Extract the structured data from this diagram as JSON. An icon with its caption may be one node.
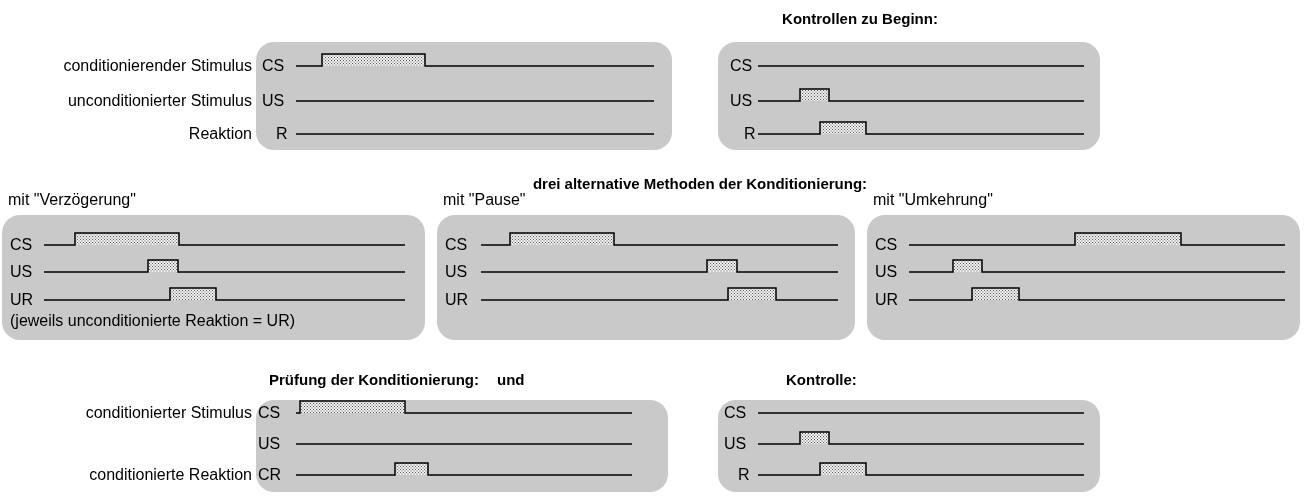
{
  "diagram": {
    "nodes": [
      {
        "text": [
          "CS",
          "US",
          "R"
        ],
        "beside": [
          "conditionierender Stimulus",
          "unconditionierter Stimulus",
          "Reaktion"
        ]
      },
      {
        "text": [
          "CS",
          "US",
          "R"
        ]
      },
      {
        "text": [
          "mit \"Verzögerung\"",
          "CS",
          "US",
          "UR",
          "(jeweils unconditionierte Reaktion = UR)"
        ]
      },
      {
        "text": [
          "mit \"Pause\"",
          "CS",
          "US",
          "UR"
        ]
      },
      {
        "text": [
          "mit \"Umkehrung\"",
          "CS",
          "US",
          "UR"
        ]
      },
      {
        "text": [
          "CS",
          "US",
          "CR"
        ],
        "beside": [
          "conditionierter Stimulus",
          "conditionierte Reaktion"
        ]
      },
      {
        "text": [
          "CS",
          "US",
          "R"
        ]
      }
    ],
    "labels": [
      "Kontrollen zu Beginn:",
      "drei alternative Methoden der Konditionierung:",
      "Prüfung der Konditionierung:",
      "und",
      "Kontrolle:"
    ]
  }
}
